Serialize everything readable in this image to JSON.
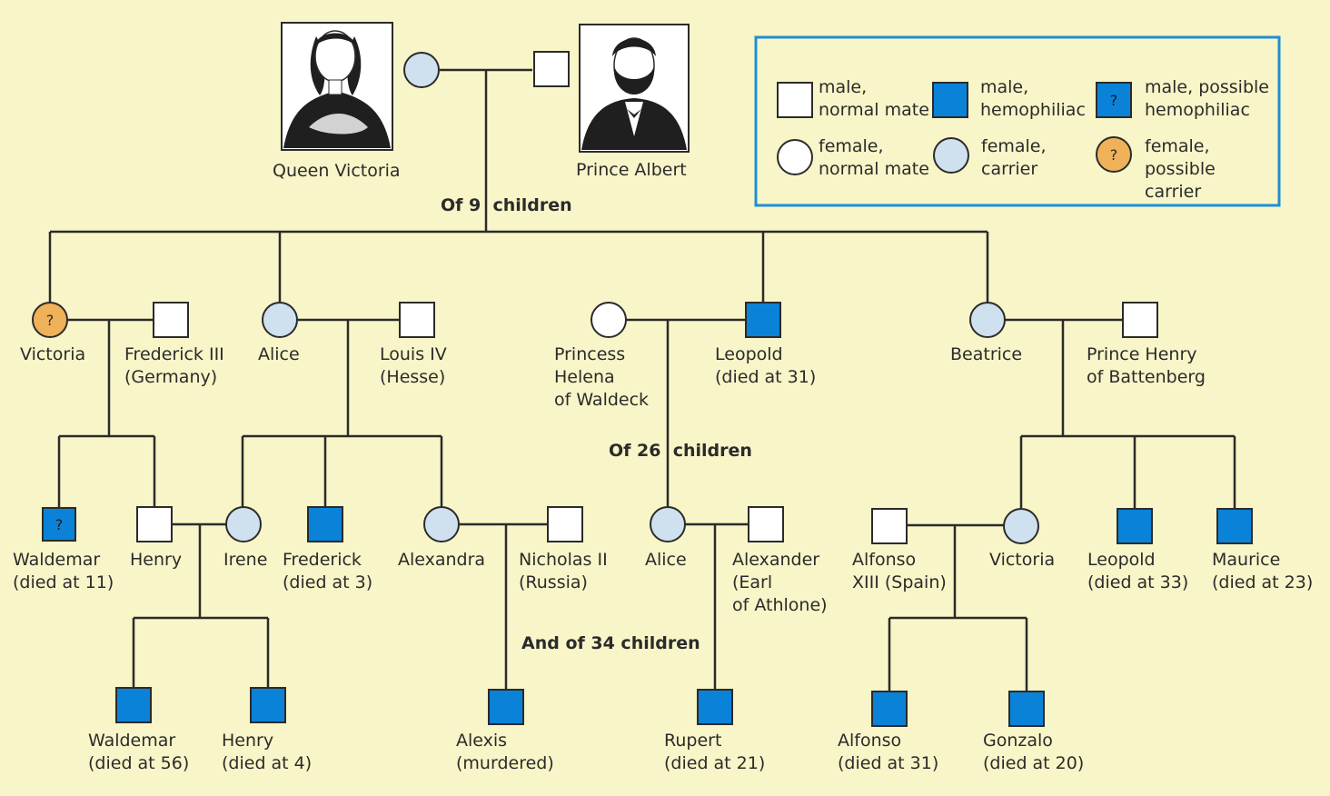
{
  "colors": {
    "background": "#f8f5c8",
    "hemophiliac": "#0a82d8",
    "carrier": "#cfe0ee",
    "possible_carrier": "#efb258",
    "normal": "#ffffff",
    "line": "#2b2b2b",
    "legend_border": "#1f8fd6"
  },
  "portraits": {
    "victoria_name": "Queen Victoria",
    "albert_name": "Prince Albert"
  },
  "legend": {
    "items": [
      {
        "symbol": "square-normal",
        "text": "male,\nnormal mate"
      },
      {
        "symbol": "square-hemophiliac",
        "text": "male,\nhemophiliac"
      },
      {
        "symbol": "square-possible",
        "mark": "?",
        "text": "male, possible\nhemophiliac"
      },
      {
        "symbol": "circle-normal",
        "text": "female,\nnormal mate"
      },
      {
        "symbol": "circle-carrier",
        "text": "female,\ncarrier"
      },
      {
        "symbol": "circle-possible",
        "mark": "?",
        "text": "female,\npossible\ncarrier"
      }
    ]
  },
  "annotations": {
    "gen2": "Of 9  children",
    "gen3": "Of 26  children",
    "gen4": "And of 34 children"
  },
  "people": {
    "victoria_queen": {
      "status": "carrier"
    },
    "albert": {
      "status": "normal"
    },
    "victoria_daughter": {
      "name": "Victoria",
      "status": "possible",
      "mark": "?"
    },
    "frederick3": {
      "name": "Frederick III\n(Germany)",
      "status": "normal"
    },
    "alice": {
      "name": "Alice",
      "status": "carrier"
    },
    "louis4": {
      "name": "Louis IV\n(Hesse)",
      "status": "normal"
    },
    "helena": {
      "name": "Princess\nHelena\nof Waldeck",
      "status": "normal"
    },
    "leopold": {
      "name": "Leopold\n(died at 31)",
      "status": "hemophiliac"
    },
    "beatrice": {
      "name": "Beatrice",
      "status": "carrier"
    },
    "henry_battenberg": {
      "name": "Prince Henry\nof Battenberg",
      "status": "normal"
    },
    "waldemar1": {
      "name": "Waldemar\n(died at 11)",
      "status": "possible",
      "mark": "?"
    },
    "henry_prussia": {
      "name": "Henry",
      "status": "normal"
    },
    "irene": {
      "name": "Irene",
      "status": "carrier"
    },
    "frederick_hesse": {
      "name": "Frederick\n(died at 3)",
      "status": "hemophiliac"
    },
    "alexandra": {
      "name": "Alexandra",
      "status": "carrier"
    },
    "nicholas2": {
      "name": "Nicholas II\n(Russia)",
      "status": "normal"
    },
    "alice_athlone": {
      "name": "Alice",
      "status": "carrier"
    },
    "alexander_athlone": {
      "name": "Alexander\n(Earl\nof Athlone)",
      "status": "normal"
    },
    "alfonso13": {
      "name": "Alfonso\nXIII (Spain)",
      "status": "normal"
    },
    "victoria_eugenie": {
      "name": "Victoria",
      "status": "carrier"
    },
    "leopold_b": {
      "name": "Leopold\n(died at 33)",
      "status": "hemophiliac"
    },
    "maurice": {
      "name": "Maurice\n(died at 23)",
      "status": "hemophiliac"
    },
    "waldemar2": {
      "name": "Waldemar\n(died at 56)",
      "status": "hemophiliac"
    },
    "henry_small": {
      "name": "Henry\n(died at 4)",
      "status": "hemophiliac"
    },
    "alexis": {
      "name": "Alexis\n(murdered)",
      "status": "hemophiliac"
    },
    "rupert": {
      "name": "Rupert\n(died at 21)",
      "status": "hemophiliac"
    },
    "alfonso_jr": {
      "name": "Alfonso\n(died at 31)",
      "status": "hemophiliac"
    },
    "gonzalo": {
      "name": "Gonzalo\n(died at 20)",
      "status": "hemophiliac"
    }
  }
}
